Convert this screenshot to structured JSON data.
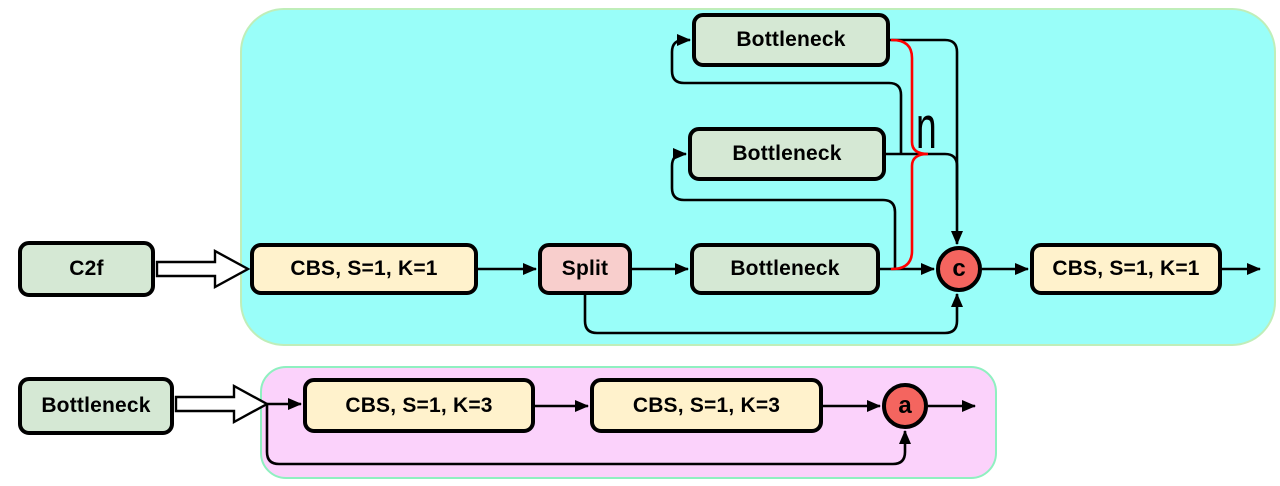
{
  "colors": {
    "region_cyan_fill": "#99FEF9",
    "region_cyan_border": "#BFEEB9",
    "region_pink_fill": "#FBD2FB",
    "region_pink_border": "#8FF0C0",
    "block_green_fill": "#D5E8D4",
    "block_yellow_fill": "#FFF2CC",
    "block_pink_fill": "#F8CECC",
    "node_red_fill": "#F4655F",
    "brace_red": "#FF0000",
    "line_black": "#000000"
  },
  "c2f_module": {
    "entry_label": "C2f",
    "cbs_in": "CBS, S=1, K=1",
    "split": "Split",
    "bottleneck_bottom": "Bottleneck",
    "bottleneck_middle": "Bottleneck",
    "bottleneck_top": "Bottleneck",
    "repeat_count": "n",
    "concat_node": "c",
    "cbs_out": "CBS, S=1, K=1"
  },
  "bottleneck_module": {
    "entry_label": "Bottleneck",
    "cbs_first": "CBS, S=1, K=3",
    "cbs_second": "CBS, S=1, K=3",
    "add_node": "a"
  }
}
